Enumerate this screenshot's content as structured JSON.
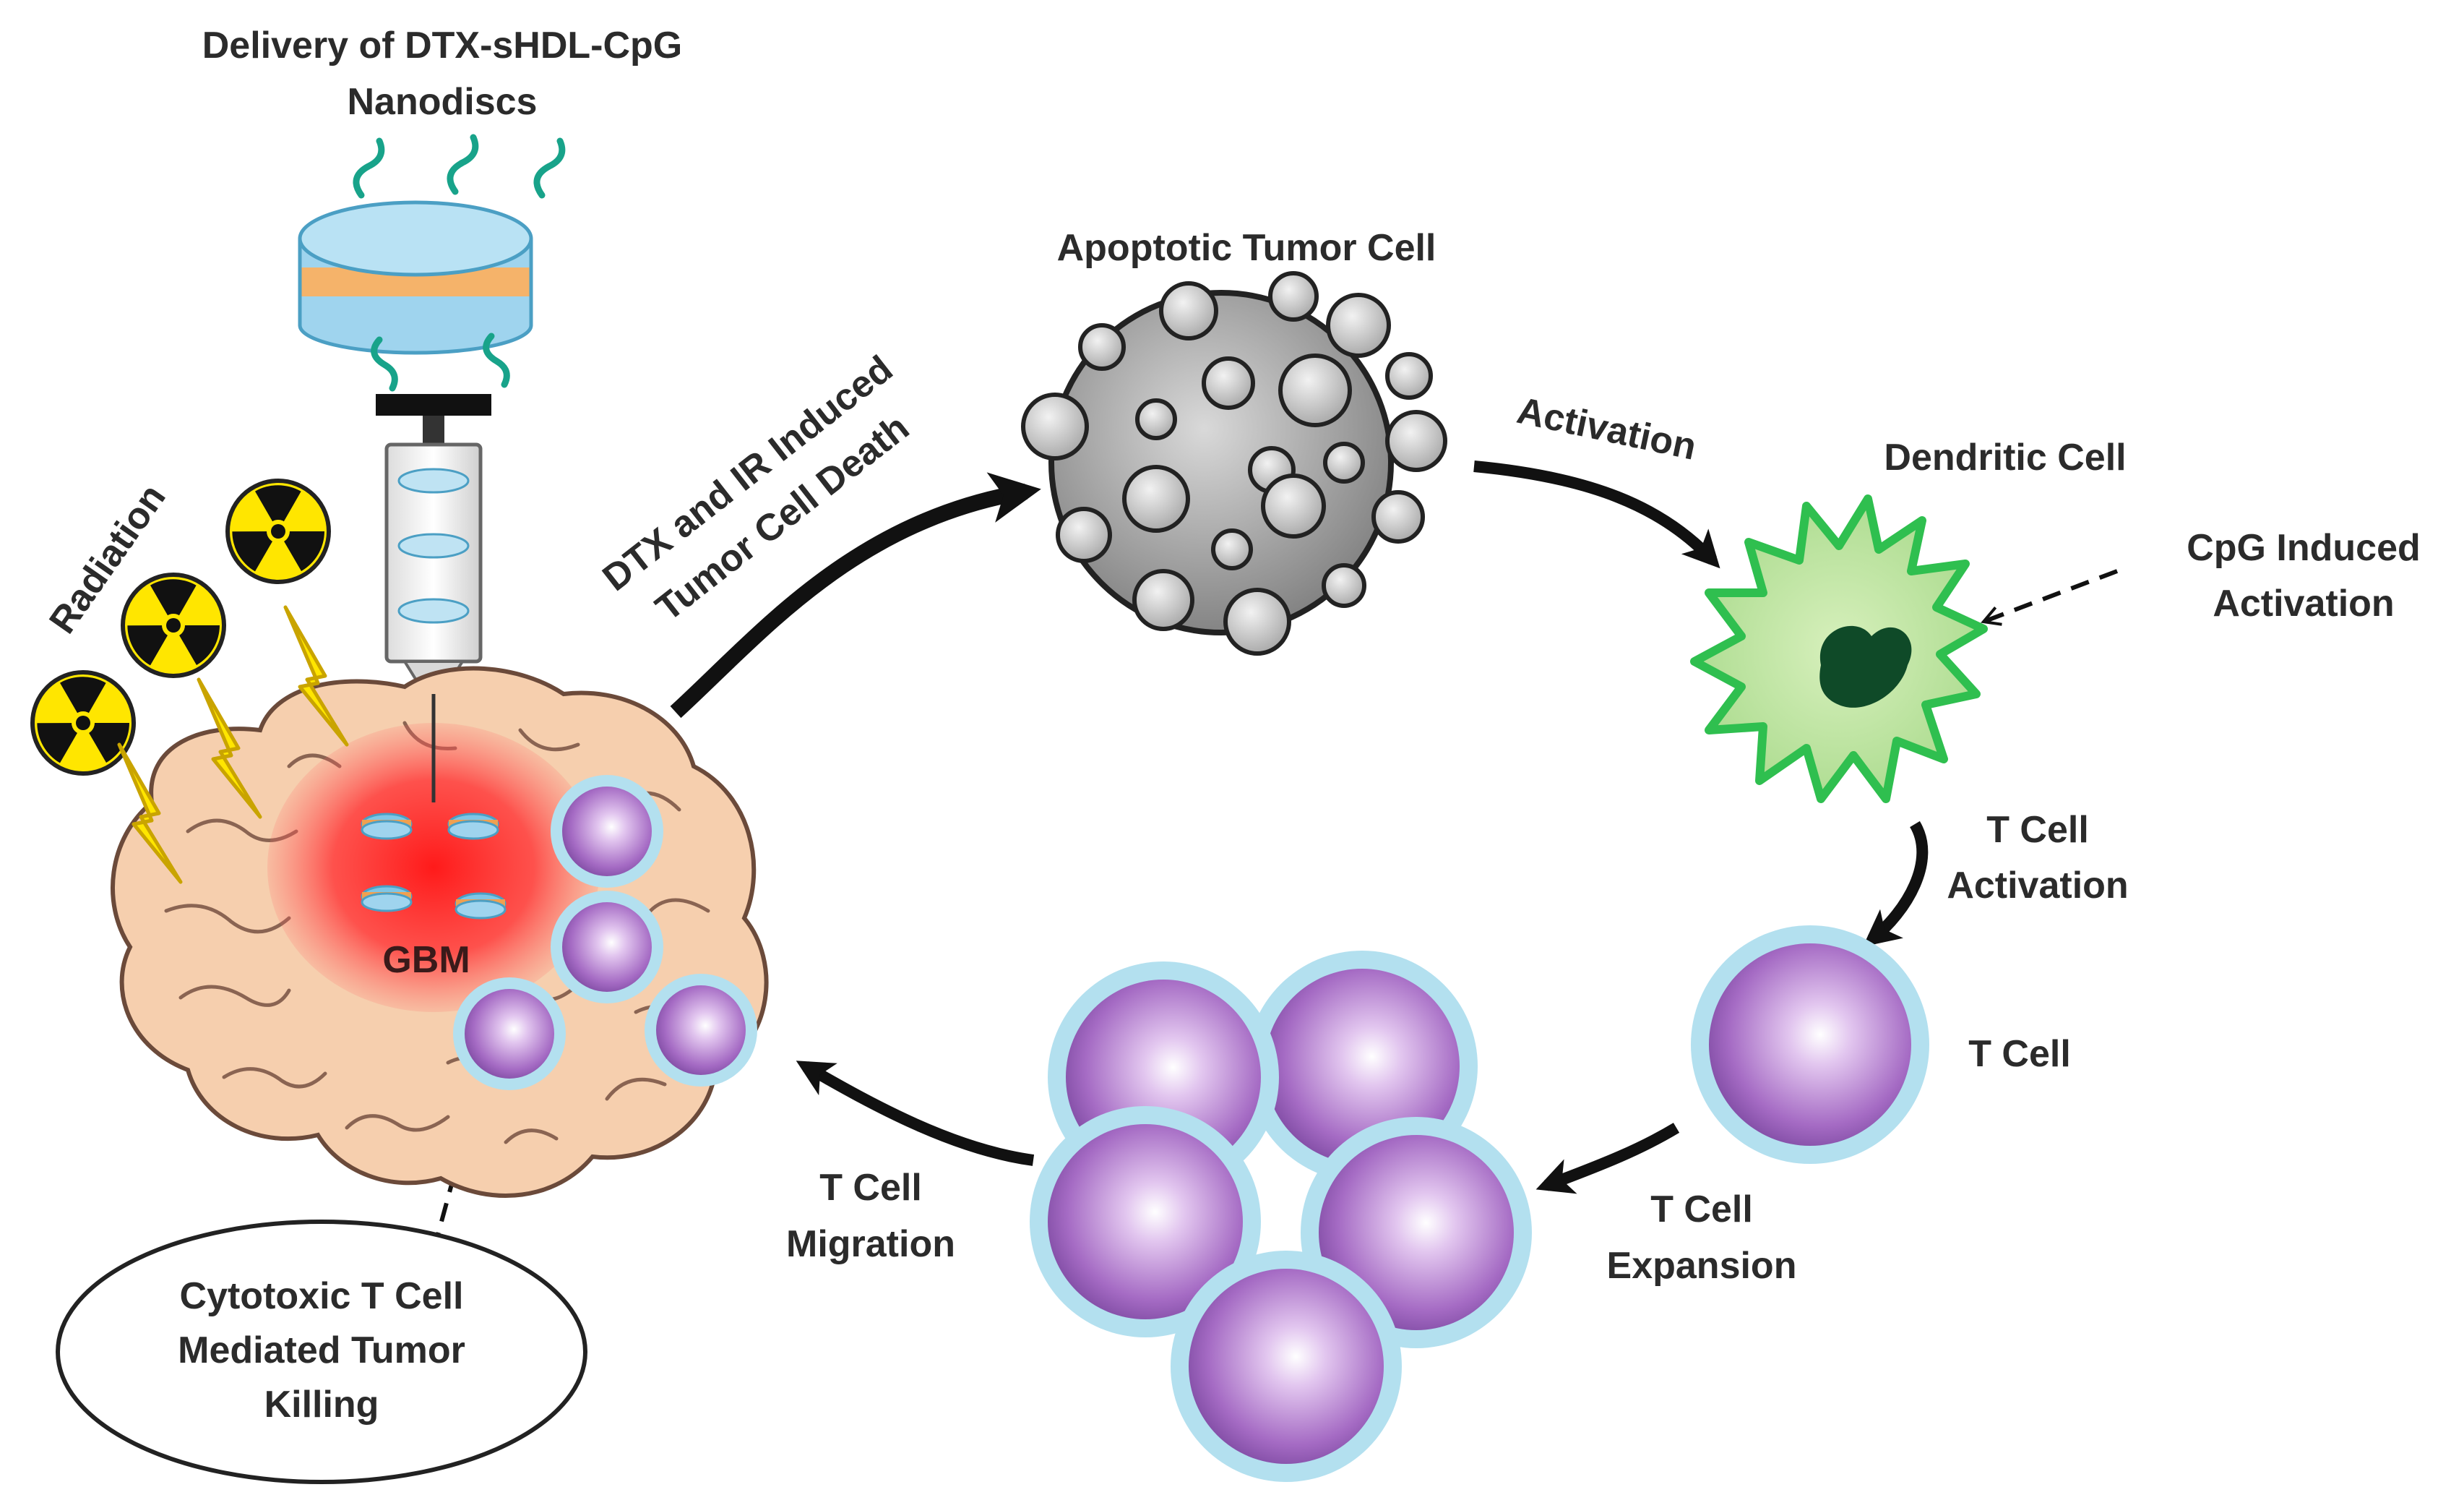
{
  "labels": {
    "delivery_line1": "Delivery of DTX-sHDL-CpG",
    "delivery_line2": "Nanodiscs",
    "radiation": "Radiation",
    "gbm": "GBM",
    "death_line1": "DTX and IR Induced",
    "death_line2": "Tumor Cell Death",
    "apoptotic": "Apoptotic Tumor Cell",
    "activation": "Activation",
    "dendritic": "Dendritic Cell",
    "cpg_line1": "CpG Induced",
    "cpg_line2": "Activation",
    "tcell_act_line1": "T Cell",
    "tcell_act_line2": "Activation",
    "tcell": "T Cell",
    "expansion_line1": "T Cell",
    "expansion_line2": "Expansion",
    "migration_line1": "T Cell",
    "migration_line2": "Migration",
    "killing_line1": "Cytotoxic T Cell",
    "killing_line2": "Mediated Tumor",
    "killing_line3": "Killing"
  },
  "colors": {
    "tcell_fill": "#a56bc4",
    "tcell_ring": "#9fd8ea",
    "dendritic_fill": "#c8e9a6",
    "dendritic_edge": "#2fbf4f",
    "nucleus": "#0f4a28",
    "brain": "#f6cfae",
    "tumor_glow": "#ff2a2a",
    "hazard_yellow": "#ffe600"
  }
}
